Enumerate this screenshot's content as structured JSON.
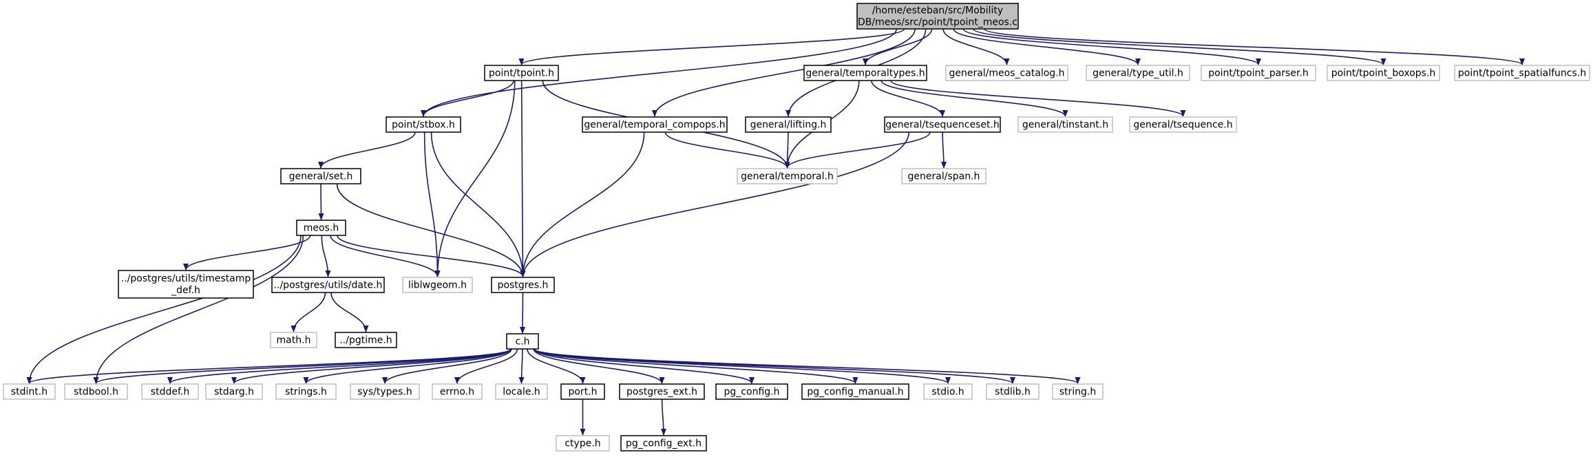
{
  "diagram": {
    "title_lines": [
      "/home/esteban/src/Mobility",
      "DB/meos/src/point/tpoint_meos.c"
    ],
    "colors": {
      "edge": "#191970",
      "documented_border": "#000000",
      "undocumented_border": "#bfbfbf",
      "root_fill": "#bfbfbf",
      "text": "#000000"
    },
    "nodes": [
      {
        "id": "root",
        "lines": [
          "/home/esteban/src/Mobility",
          "DB/meos/src/point/tpoint_meos.c"
        ],
        "style": "root"
      },
      {
        "id": "tpoint",
        "lines": [
          "point/tpoint.h"
        ],
        "style": "documented"
      },
      {
        "id": "temporaltypes",
        "lines": [
          "general/temporaltypes.h"
        ],
        "style": "documented"
      },
      {
        "id": "meos_catalog",
        "lines": [
          "general/meos_catalog.h"
        ],
        "style": "undocumented"
      },
      {
        "id": "type_util",
        "lines": [
          "general/type_util.h"
        ],
        "style": "undocumented"
      },
      {
        "id": "tpoint_parser",
        "lines": [
          "point/tpoint_parser.h"
        ],
        "style": "undocumented"
      },
      {
        "id": "tpoint_boxops",
        "lines": [
          "point/tpoint_boxops.h"
        ],
        "style": "undocumented"
      },
      {
        "id": "tpoint_spatialfuncs",
        "lines": [
          "point/tpoint_spatialfuncs.h"
        ],
        "style": "undocumented"
      },
      {
        "id": "stbox",
        "lines": [
          "point/stbox.h"
        ],
        "style": "documented"
      },
      {
        "id": "temporal_compops",
        "lines": [
          "general/temporal_compops.h"
        ],
        "style": "documented"
      },
      {
        "id": "lifting",
        "lines": [
          "general/lifting.h"
        ],
        "style": "documented"
      },
      {
        "id": "tsequenceset",
        "lines": [
          "general/tsequenceset.h"
        ],
        "style": "documented"
      },
      {
        "id": "tinstant",
        "lines": [
          "general/tinstant.h"
        ],
        "style": "undocumented"
      },
      {
        "id": "tsequence",
        "lines": [
          "general/tsequence.h"
        ],
        "style": "undocumented"
      },
      {
        "id": "set",
        "lines": [
          "general/set.h"
        ],
        "style": "documented"
      },
      {
        "id": "temporal",
        "lines": [
          "general/temporal.h"
        ],
        "style": "undocumented"
      },
      {
        "id": "span",
        "lines": [
          "general/span.h"
        ],
        "style": "undocumented"
      },
      {
        "id": "meos",
        "lines": [
          "meos.h"
        ],
        "style": "documented"
      },
      {
        "id": "timestamp_def",
        "lines": [
          "../postgres/utils/timestamp",
          "_def.h"
        ],
        "style": "documented"
      },
      {
        "id": "date",
        "lines": [
          "../postgres/utils/date.h"
        ],
        "style": "documented"
      },
      {
        "id": "liblwgeom",
        "lines": [
          "liblwgeom.h"
        ],
        "style": "undocumented"
      },
      {
        "id": "postgres",
        "lines": [
          "postgres.h"
        ],
        "style": "documented"
      },
      {
        "id": "math",
        "lines": [
          "math.h"
        ],
        "style": "undocumented"
      },
      {
        "id": "pgtime",
        "lines": [
          "../pgtime.h"
        ],
        "style": "documented"
      },
      {
        "id": "c",
        "lines": [
          "c.h"
        ],
        "style": "documented"
      },
      {
        "id": "stdint",
        "lines": [
          "stdint.h"
        ],
        "style": "undocumented"
      },
      {
        "id": "stdbool",
        "lines": [
          "stdbool.h"
        ],
        "style": "undocumented"
      },
      {
        "id": "stddef",
        "lines": [
          "stddef.h"
        ],
        "style": "undocumented"
      },
      {
        "id": "stdarg",
        "lines": [
          "stdarg.h"
        ],
        "style": "undocumented"
      },
      {
        "id": "strings",
        "lines": [
          "strings.h"
        ],
        "style": "undocumented"
      },
      {
        "id": "systypes",
        "lines": [
          "sys/types.h"
        ],
        "style": "undocumented"
      },
      {
        "id": "errno",
        "lines": [
          "errno.h"
        ],
        "style": "undocumented"
      },
      {
        "id": "locale",
        "lines": [
          "locale.h"
        ],
        "style": "undocumented"
      },
      {
        "id": "port",
        "lines": [
          "port.h"
        ],
        "style": "documented"
      },
      {
        "id": "postgres_ext",
        "lines": [
          "postgres_ext.h"
        ],
        "style": "documented"
      },
      {
        "id": "pg_config",
        "lines": [
          "pg_config.h"
        ],
        "style": "documented"
      },
      {
        "id": "pg_config_manual",
        "lines": [
          "pg_config_manual.h"
        ],
        "style": "documented"
      },
      {
        "id": "stdio",
        "lines": [
          "stdio.h"
        ],
        "style": "undocumented"
      },
      {
        "id": "stdlib",
        "lines": [
          "stdlib.h"
        ],
        "style": "undocumented"
      },
      {
        "id": "string",
        "lines": [
          "string.h"
        ],
        "style": "undocumented"
      },
      {
        "id": "ctype",
        "lines": [
          "ctype.h"
        ],
        "style": "undocumented"
      },
      {
        "id": "pg_config_ext",
        "lines": [
          "pg_config_ext.h"
        ],
        "style": "documented"
      }
    ],
    "edges": [
      [
        "root",
        "tpoint"
      ],
      [
        "root",
        "temporaltypes"
      ],
      [
        "root",
        "meos_catalog"
      ],
      [
        "root",
        "type_util"
      ],
      [
        "root",
        "tpoint_parser"
      ],
      [
        "root",
        "tpoint_boxops"
      ],
      [
        "root",
        "tpoint_spatialfuncs"
      ],
      [
        "root",
        "stbox"
      ],
      [
        "root",
        "temporal_compops"
      ],
      [
        "root",
        "lifting"
      ],
      [
        "tpoint",
        "stbox"
      ],
      [
        "tpoint",
        "temporal"
      ],
      [
        "tpoint",
        "liblwgeom"
      ],
      [
        "tpoint",
        "postgres"
      ],
      [
        "temporaltypes",
        "tsequenceset"
      ],
      [
        "temporaltypes",
        "tinstant"
      ],
      [
        "temporaltypes",
        "tsequence"
      ],
      [
        "temporaltypes",
        "temporal"
      ],
      [
        "stbox",
        "set"
      ],
      [
        "stbox",
        "liblwgeom"
      ],
      [
        "stbox",
        "postgres"
      ],
      [
        "temporal_compops",
        "temporal"
      ],
      [
        "temporal_compops",
        "postgres"
      ],
      [
        "lifting",
        "temporal"
      ],
      [
        "tsequenceset",
        "temporal"
      ],
      [
        "tsequenceset",
        "span"
      ],
      [
        "tsequenceset",
        "postgres"
      ],
      [
        "set",
        "meos"
      ],
      [
        "set",
        "postgres"
      ],
      [
        "meos",
        "timestamp_def"
      ],
      [
        "meos",
        "date"
      ],
      [
        "meos",
        "liblwgeom"
      ],
      [
        "meos",
        "postgres"
      ],
      [
        "meos",
        "stdint"
      ],
      [
        "meos",
        "stdbool"
      ],
      [
        "date",
        "math"
      ],
      [
        "date",
        "pgtime"
      ],
      [
        "postgres",
        "c"
      ],
      [
        "c",
        "stdint"
      ],
      [
        "c",
        "stdbool"
      ],
      [
        "c",
        "stddef"
      ],
      [
        "c",
        "stdarg"
      ],
      [
        "c",
        "strings"
      ],
      [
        "c",
        "systypes"
      ],
      [
        "c",
        "errno"
      ],
      [
        "c",
        "locale"
      ],
      [
        "c",
        "port"
      ],
      [
        "c",
        "postgres_ext"
      ],
      [
        "c",
        "pg_config"
      ],
      [
        "c",
        "pg_config_manual"
      ],
      [
        "c",
        "stdio"
      ],
      [
        "c",
        "stdlib"
      ],
      [
        "c",
        "string"
      ],
      [
        "port",
        "ctype"
      ],
      [
        "postgres_ext",
        "pg_config_ext"
      ]
    ]
  }
}
